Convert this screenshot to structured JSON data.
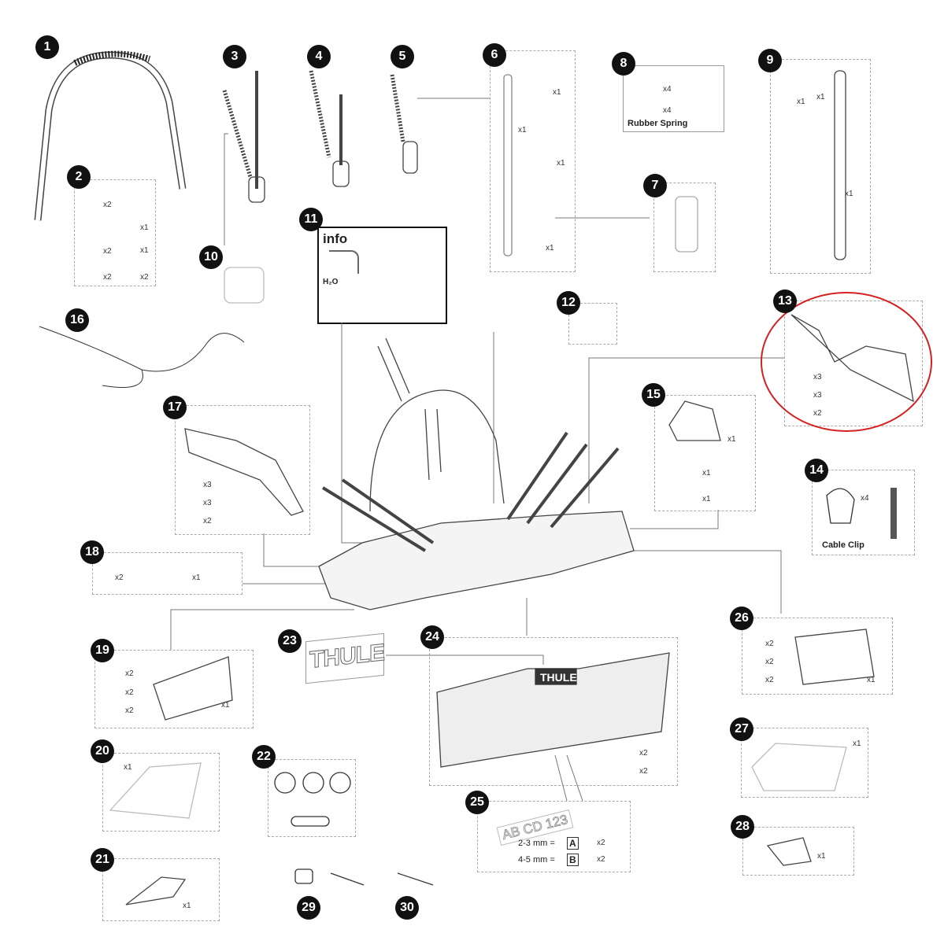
{
  "badges": [
    "1",
    "2",
    "3",
    "4",
    "5",
    "6",
    "7",
    "8",
    "9",
    "10",
    "11",
    "12",
    "13",
    "14",
    "15",
    "16",
    "17",
    "18",
    "19",
    "20",
    "21",
    "22",
    "23",
    "24",
    "25",
    "26",
    "27",
    "28",
    "29",
    "30"
  ],
  "parts": {
    "p2": {
      "qty": [
        "x2",
        "x1",
        "x2",
        "x1",
        "x2",
        "x2"
      ]
    },
    "p6": {
      "qty": [
        "x1",
        "x1",
        "x1",
        "x1"
      ]
    },
    "p8": {
      "qty": [
        "x4",
        "x4"
      ],
      "caption": "Rubber Spring"
    },
    "p9": {
      "qty": [
        "x1",
        "x1",
        "x1"
      ]
    },
    "p11": {
      "title": "info",
      "water": "H₂O"
    },
    "p13": {
      "qty": [
        "x3",
        "x3",
        "x2"
      ]
    },
    "p14": {
      "qty": [
        "x4"
      ],
      "caption": "Cable Clip"
    },
    "p15": {
      "qty": [
        "x1",
        "x1",
        "x1"
      ]
    },
    "p17": {
      "qty": [
        "x3",
        "x3",
        "x2"
      ]
    },
    "p18": {
      "qty": [
        "x2",
        "x1"
      ]
    },
    "p19": {
      "qty": [
        "x2",
        "x2",
        "x2",
        "x1"
      ]
    },
    "p20": {
      "qty": [
        "x1"
      ]
    },
    "p21": {
      "qty": [
        "x1"
      ]
    },
    "p23": {
      "logo": "THULE"
    },
    "p24": {
      "logo": "THULE",
      "qty": [
        "x2",
        "x2"
      ]
    },
    "p25": {
      "plate": "AB CD 123",
      "row1": "2-3 mm =",
      "row2": "4-5 mm =",
      "a": "A",
      "b": "B",
      "qty": [
        "x2",
        "x2"
      ]
    },
    "p26": {
      "qty": [
        "x2",
        "x2",
        "x2",
        "x1"
      ]
    },
    "p27": {
      "qty": [
        "x1"
      ]
    },
    "p28": {
      "qty": [
        "x1"
      ]
    }
  },
  "colors": {
    "highlight": "#d42020",
    "badge": "#111111"
  }
}
